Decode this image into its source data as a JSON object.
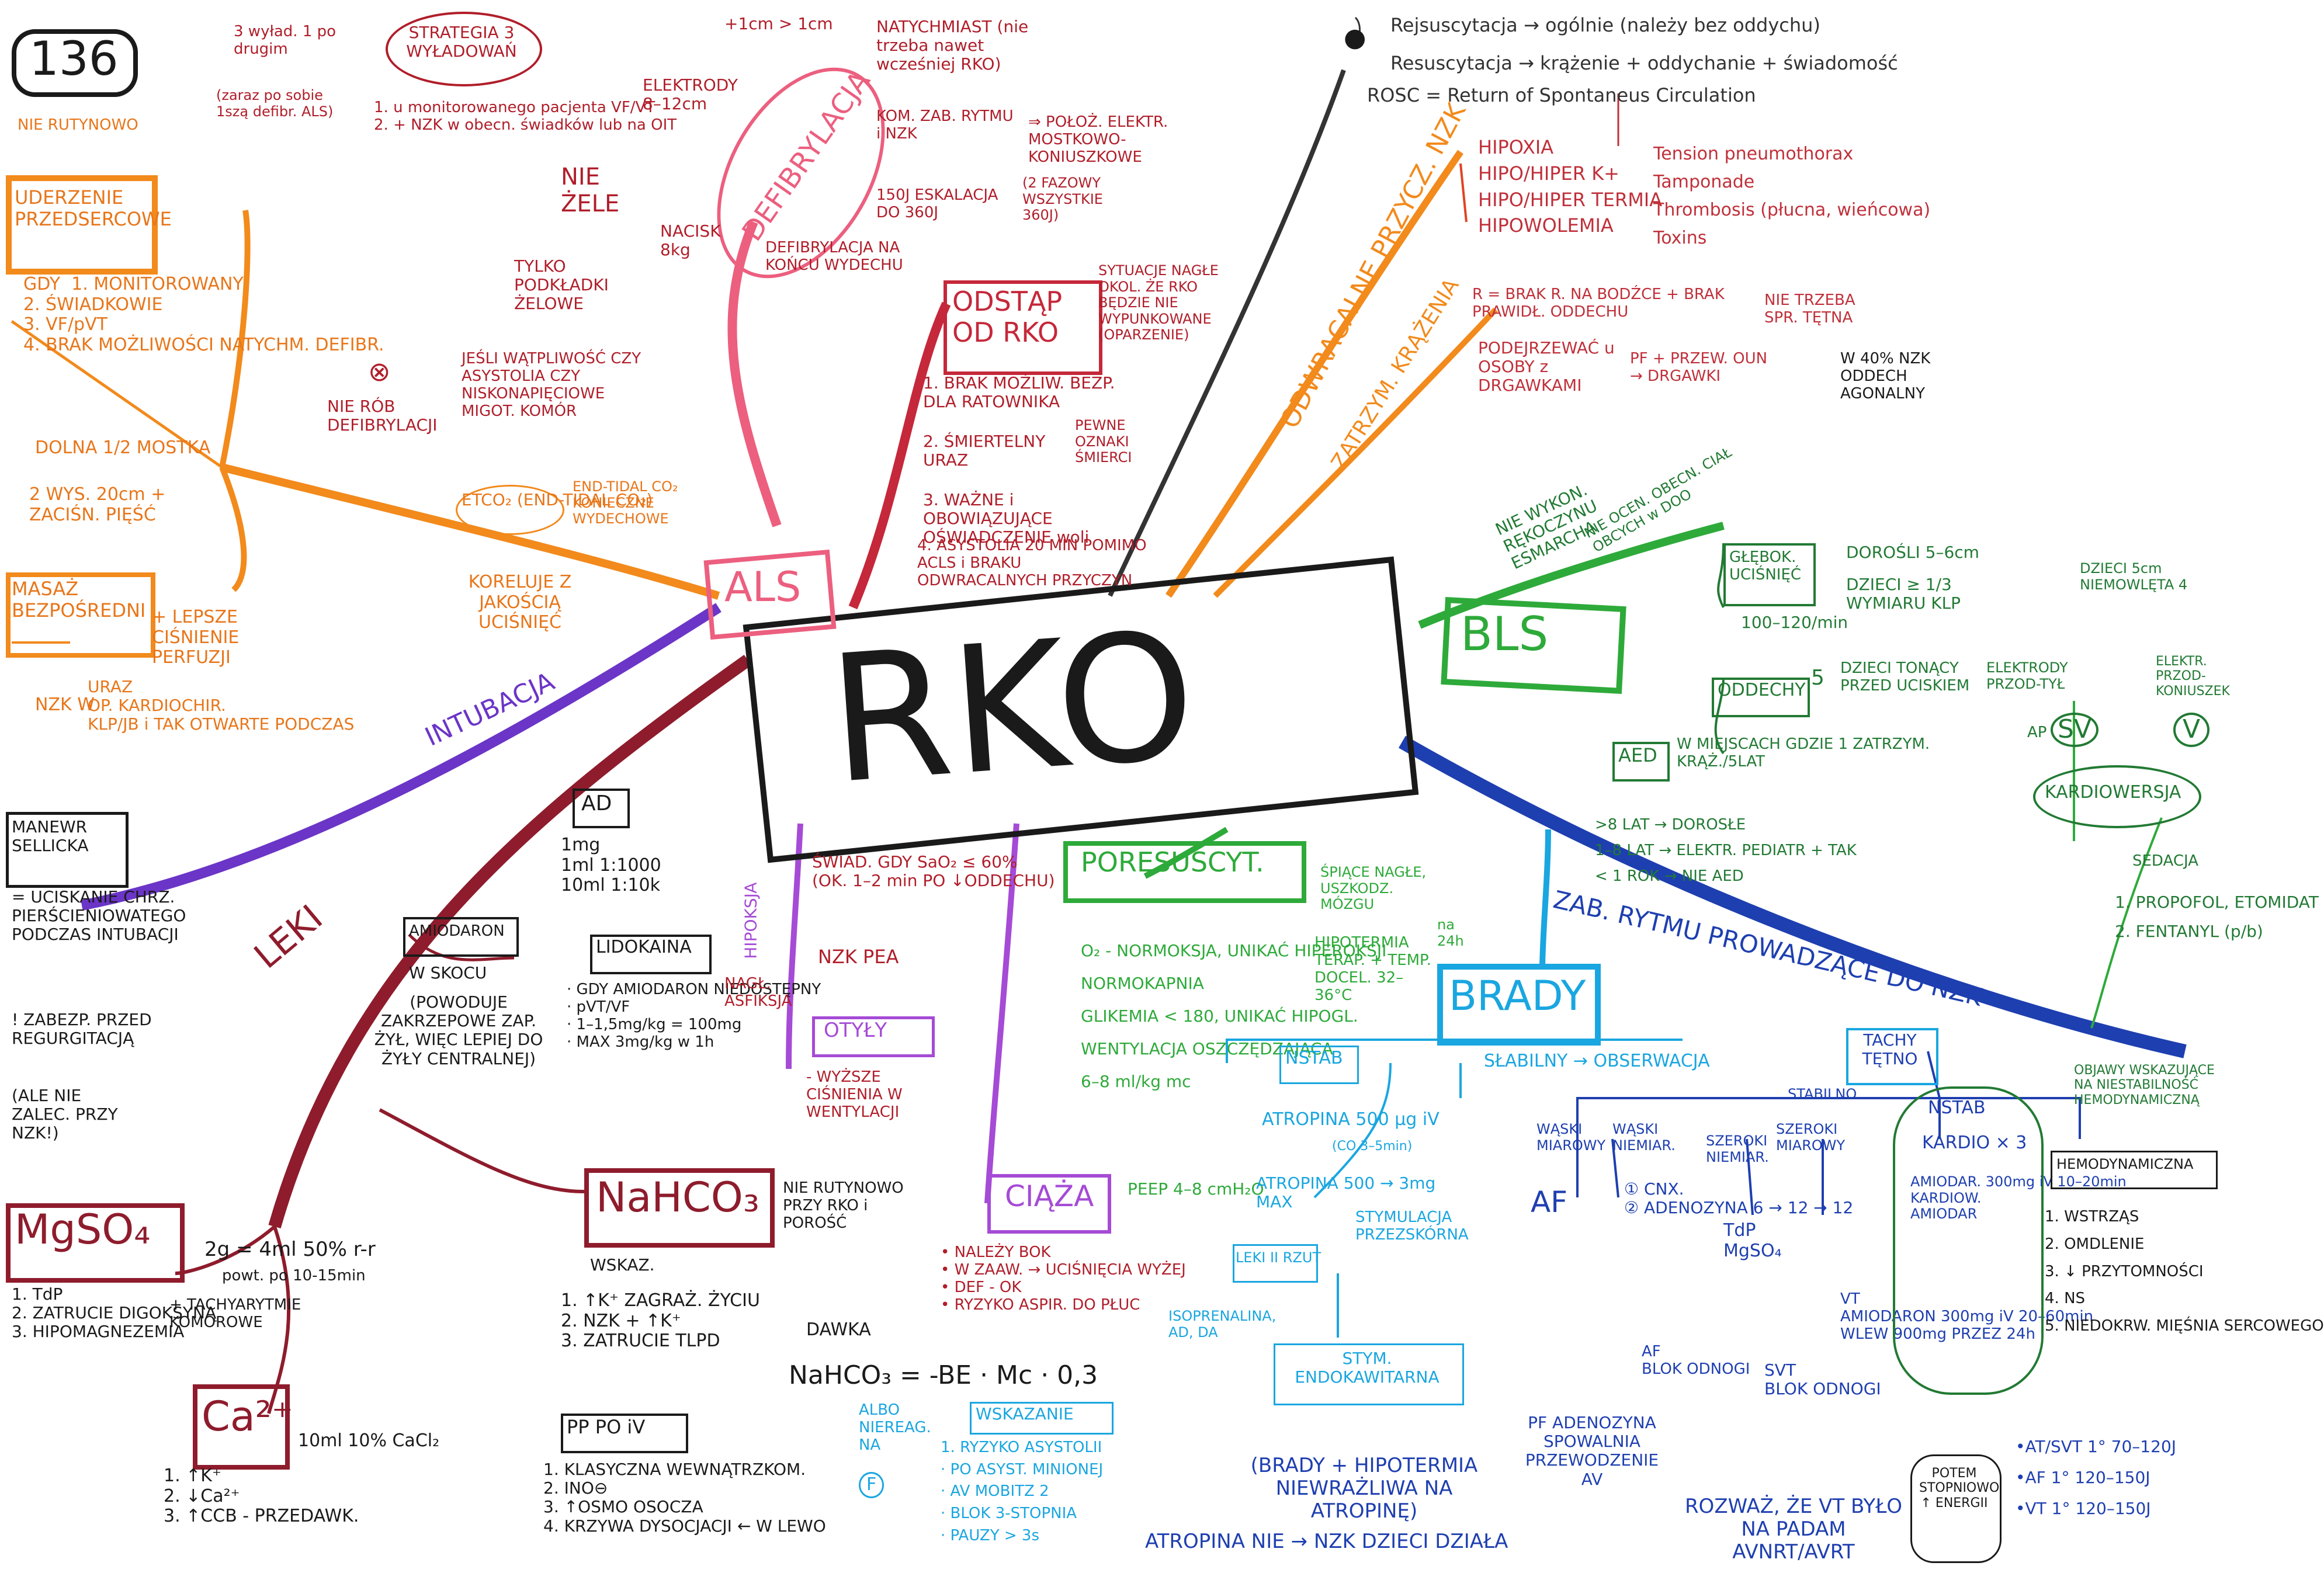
{
  "page": {
    "number": "136"
  },
  "colors": {
    "ink": "#1a1a1a",
    "orange": "#f28a1c",
    "orange_text": "#e8761a",
    "pink": "#ec5f7f",
    "darkred": "#b01e2a",
    "maroon": "#8e1c2c",
    "purple": "#6b35c7",
    "violet": "#a54bd6",
    "green": "#2eaa3a",
    "darkgreen": "#227a34",
    "blue": "#1e3fb0",
    "cyan": "#1aa6e0",
    "grey": "#555555"
  },
  "center": {
    "title": "RKO"
  },
  "top": {
    "reasons": [
      "Rejsuscytacja → ogólnie (należy bez oddychu)",
      "Resuscytacja → krążenie + oddychanie + świadomość",
      "ROSC = Return of Spontaneus Circulation"
    ]
  },
  "als": {
    "label": "ALS",
    "defib": {
      "label": "DEFIBRYLACJA",
      "strategy_label": "STRATEGIA 3 WYŁADOWAŃ",
      "strategy_note1": "3 wyład. 1 po drugim",
      "strategy_note2": "(zaraz po sobie 1szą defibr. ALS)",
      "strategy_cond": "1. u monitorowanego pacjenta VF/VT\n2. + NZK w obecn. świadków lub na OIT",
      "top_note": "+1cm > 1cm",
      "immediate": "NATYCHMIAST (nie trzeba nawet wcześniej RKO)",
      "electrodes": "ELEKTRODY 8–12cm",
      "kom_zab": "KOM. ZAB. RYTMU i NZK",
      "kom_result": "⇒ POŁOŻ. ELEKTR. MOSTKOWO-KONIUSZKOWE",
      "escalation": "150J  ESKALACJA DO 360J",
      "phases": "(2 FAZOWY WSZYSTKIE 360J)",
      "nie_ecie": "NIE ŻELE",
      "tylko_pads": "TYLKO PODKŁADKI ŻELOWE",
      "nacisk": "NACISK 8kg",
      "end_exp": "DEFIBRYLACJA NA KOŃCU WYDECHU",
      "no_doubt": "JEŚLI WĄTPLIWOŚĆ CZY ASYSTOLIA CZY NISKONAPIĘCIOWE MIGOT. KOMÓR",
      "no_defib": "NIE RÓB DEFIBRYLACJI"
    },
    "stop": {
      "label": "ODSTĄP OD RKO",
      "note": "SYTUACJE NAGŁE OKOL. ŻE RKO BĘDZIE NIE WYPUNKOWANE (OPARZENIE)",
      "i1": "1. BRAK MOŻLIW. BEZP. DLA RATOWNIKA",
      "i2": "2. ŚMIERTELNY URAZ",
      "i2_note": "PEWNE OZNAKI ŚMIERCI",
      "i3": "3. WAŻNE i OBOWIĄZUJĄCE OŚWIADCZENIE woli",
      "i4": "4. ASYSTOLIA 20 MIN POMIMO ACLS i BRAKU ODWRACALNYCH PRZYCZYN"
    },
    "capno": {
      "label": "ETCO₂ (END-TIDAL CO₂)",
      "sub": "KORELUJE Z JAKOŚCIĄ UCIŚNIĘĆ",
      "note": "END-TIDAL CO₂ KONIECZNE WYDECHOWE"
    }
  },
  "left": {
    "nie_rutynowo": "NIE RUTYNOWO",
    "precordial": {
      "label": "UDERZENIE PRZEDSERCOWE",
      "gdy": "GDY  1. MONITOROWANY\n2. ŚWIADKOWIE\n3. VF/pVT\n4. BRAK MOŻLIWOŚCI NATYCHM. DEFIBR.",
      "where": "DOLNA 1/2 MOSTKA",
      "how": "2 WYS. 20cm + ZACIŚN. PIĘŚĆ"
    },
    "direct": {
      "label": "MASAŻ BEZPOŚREDNI",
      "plus": "+ LEPSZE CIŚNIENIE PERFUZJI",
      "nzk": "NZK W",
      "nzk_items": "URAZ\nOP. KARDIOCHIR.\nKLP/JB i TAK OTWARTE PODCZAS"
    },
    "sellick": {
      "label": "MANEWR SELLICKA",
      "desc": "= UCISKANIE CHRZ. PIERŚCIENIOWATEGO PODCZAS INTUBACJI",
      "warn": "! ZABEZP. PRZED REGURGITACJĄ",
      "caveat": "(ALE NIE ZALEC. PRZY NZK!)"
    },
    "intubation": "INTUBACJA"
  },
  "leki": {
    "label": "LEKI",
    "ad": {
      "label": "AD",
      "dose": "1mg\n1ml 1:1000\n10ml 1:10k"
    },
    "amiodaron": {
      "label": "AMIODARON",
      "note": "W SKOCU",
      "caveat": "(POWODUJE ZAKRZEPOWE ZAP. ŻYŁ, WIĘC LEPIEJ DO ŻYŁY CENTRALNEJ)"
    },
    "lidokaina": {
      "label": "LIDOKAINA",
      "items": "· GDY AMIODARON NIEDOSTĘPNY\n· pVT/VF\n· 1–1,5mg/kg = 100mg\n· MAX 3mg/kg w 1h"
    },
    "mgso4": {
      "label": "MgSO₄",
      "dose": "2g = 4ml 50% r-r",
      "repeat": "powt. po 10-15min",
      "items": "1. TdP\n2. ZATRUCIE DIGOKSYNĄ\n3. HIPOMAGNEZEMIA",
      "arr": "+ TACHYARYTMIE KOMOROWE"
    },
    "ca": {
      "label": "Ca²⁺",
      "dose": "10ml 10% CaCl₂",
      "items": "1. ↑K⁺\n2. ↓Ca²⁺\n3. ↑CCB - PRZEDAWK."
    },
    "nahco3": {
      "label": "NaHCO₃",
      "note": "NIE RUTYNOWO PRZY RKO i POROŚĆ",
      "wskaz_label": "WSKAZ.",
      "wskaz": "1. ↑K⁺ ZAGRAŻ. ŻYCIU\n2. NZK + ↑K⁺\n3. ZATRUCIE TLPD",
      "dawka_label": "DAWKA",
      "formula": "NaHCO₃ = -BE · Mc · 0,3",
      "pf_label": "PP PO iV",
      "pf": "1. KLASYCZNA WEWNĄTRZKOM.\n2. INO⊖\n3. ↑OSMO OSOCZA\n4. KRZYWA DYSOCJACJI ← W LEWO"
    }
  },
  "special": {
    "hipoksja": {
      "label": "HIPOKSJA",
      "items": "ŚWIAD. GDY SaO₂ ≤ 60%\n(OK. 1–2 min PO ↓ODDECHU)",
      "result": "NZK PEA",
      "cause": "NAGŁ. ASFIKSJA"
    },
    "otyly": {
      "label": "OTYŁY",
      "note": "- WYŻSZE CIŚNIENIA W WENTYLACJI"
    },
    "ciaza": {
      "label": "CIĄŻA",
      "items": "• NALEŻY BOK\n• W ZAAW. → UCIŚNIĘCIA WYŻEJ\n• DEF - OK\n• RYZYKO ASPIR. DO PŁUC"
    }
  },
  "postresus": {
    "label": "PORESUSCYT.",
    "items": "O₂ - NORMOKSJA, UNIKAĆ HIPEROKSJI\nNORMOKAPNIA\nGLIKEMIA < 180, UNIKAĆ HIPOGL.\nWENTYLACJA OSZCZĘDZAJĄCA\n6–8 ml/kg mc",
    "coma": "ŚPIĄCE NAGŁE, USZKODZ. MÓZGU",
    "hypo": "HIPOTERMIA TERAP. + TEMP. DOCEL. 32–36°C",
    "hypo_time": "na 24h"
  },
  "reversible": {
    "label": "ODWRACALNE PRZYCZ. NZK",
    "h": "HIPOXIA\nHIPO/HIPER K+\nHIPO/HIPER TERMIA\nHIPOWOLEMIA",
    "t": "Tension pneumothorax\nTamponade\nThrombosis (płucna, wieńcowa)\nToxins",
    "arrest_label": "ZATRZYM. KRĄŻENIA",
    "r_def": "R = BRAK R. NA BODŹCE + BRAK PRAWIDŁ. ODDECHU",
    "r_note": "NIE TRZEBA SPR. TĘTNA",
    "suspect": "PODEJRZEWAĆ u OSOBY z DRGAWKAMI",
    "pf": "PF + PRZEW. OUN → DRGAWKI",
    "agonal": "W 40% NZK ODDECH AGONALNY"
  },
  "bls": {
    "label": "BLS",
    "esmarch": "NIE WYKON. RĘKOCZYNU ESMARCHA",
    "esmarch2": "NIE OCEN. OBECN. CIAŁ OBCYCH w DOO",
    "deep": "GŁĘBOK. UCIŚNIĘĆ",
    "adult": "DOROŚLI 5–6cm",
    "child": "DZIECI ≥ 1/3 WYMIARU KLP",
    "child2": "DZIECI 5cm\nNIEMOWLĘTA 4",
    "rate": "100–120/min",
    "breath": "ODDECHY",
    "breath_num": "5",
    "breath_note": "DZIECI TONĄCY\nPRZED UCISKIEM",
    "aed": "AED",
    "aed_where": "W MIEJSCACH GDZIE 1 ZATRZYM. KRĄŻ./5LAT",
    "aed_rules": ">8 LAT → DOROSŁE\n1–8 LAT → ELEKTR. PEDIATR + TAK\n< 1 ROK → NIE AED"
  },
  "arrhythmia": {
    "label": "ZAB. RYTMU PROWADZĄCE DO NZK",
    "brady": "BRADY",
    "weak": "SŁABILNY → OBSERWACJA",
    "nstab": "NSTAB",
    "atropine": "ATROPINA 500 μg iV",
    "atropine_rep": "(CO 3–5min)",
    "atropine_max": "ATROPINA 500 → 3mg MAX",
    "peep": "PEEP 4–8 cmH₂O",
    "nieleki": "LEKI II RZUT",
    "nieleki_list": "ISOPRENALINA, AD, DA",
    "stim": "STYMULACJA PRZEZSKÓRNA",
    "endo": "STYM. ENDOKAWITARNA",
    "brady_note": "(BRADY + HIPOTERMIA NIEWRAŻLIWA NA ATROPINĘ)",
    "atropine_no": "ATROPINA NIE → NZK DZIECI DZIAŁA",
    "tachy": "TACHY TĘTNO",
    "stab": "STABILNO.",
    "narrow_reg": "WĄSKI MIAROWY",
    "narrow_irreg": "WĄSKI NIEMIAR.",
    "wide_irreg": "SZEROKI NIEMIAR.",
    "wide_reg": "SZEROKI MIAROWY",
    "af": "AF",
    "cnx": "① CNX.\n② ADENOZYNA 6 → 12 → 12",
    "tdp": "TdP\nMgSO₄",
    "af_blok": "AF\nBLOK ODNOGI",
    "svt": "SVT\nBLOK ODNOGI",
    "vt": "VT\nAMIODARON 300mg iV 20–60min\nWLEW 900mg PRZEZ 24h",
    "pf_aden": "PF ADENOZYNA SPOWALNIA PRZEWODZENIE AV",
    "avnrt": "ROZWAŻ, ŻE VT BYŁO NA PADAM AVNRT/AVRT",
    "nstab2": "NSTAB",
    "kardio": "KARDIO × 3",
    "amiodar": "AMIODAR. 300mg iV 10–20min\nKARDIOW.\nAMIODAR",
    "electrodes": "ELEKTRODY PRZOD-TYŁ",
    "el2": "ELEKTR. PRZOD-KONIUSZEK",
    "sv": "SV",
    "v": "V",
    "ap": "AP",
    "kardiowersja": "KARDIOWERSJA",
    "sedation": "SEDACJA",
    "sedation_items": "1. PROPOFOL, ETOMIDAT\n2. FENTANYL (p/b)",
    "hemo_label": "OBJAWY WSKAZUJĄCE NA NIESTABILNOŚĆ HEMODYNAMICZNĄ",
    "hemo": "HEMODYNAMICZNA",
    "hemo_items": "1. WSTRZĄS\n2. OMDLENIE\n3. ↓ PRZYTOMNOŚCI\n4. NS\n5. NIEDOKRW. MIĘŚNIA SERCOWEGO",
    "energy": "•AT/SVT 1° 70–120J\n•AF 1° 120–150J\n•VT 1° 120–150J",
    "repeat": "POTEM STOPNIOWO ↑ ENERGII",
    "albo": "ALBO NIEREAG. NA",
    "wskazane": "WSKAZANIE",
    "wsk_items": "1. RYZYKO ASYSTOLII\n· PO ASYST. MINIONEJ\n· AV MOBITZ 2\n· BLOK 3-STOPNIA\n· PAUZY > 3s",
    "f": "F"
  }
}
